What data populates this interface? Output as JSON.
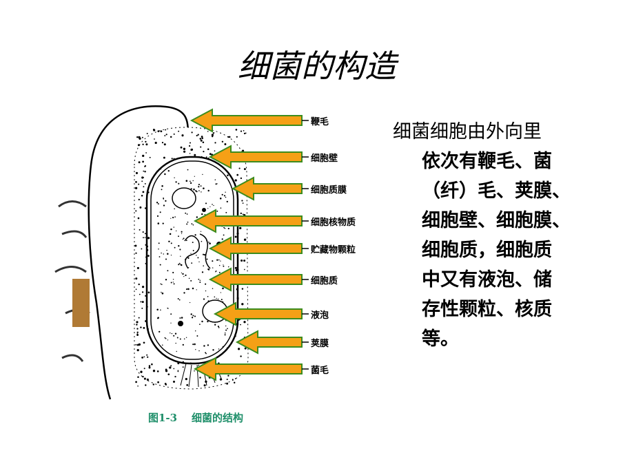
{
  "title": "细菌的构造",
  "caption": "图1-3    细菌的结构",
  "labels": [
    "鞭毛",
    "细胞壁",
    "细胞质膜",
    "细胞核物质",
    "贮藏物颗粒",
    "细胞质",
    "液泡",
    "荚膜",
    "菌毛"
  ],
  "description": {
    "line1": "细菌细胞由外向里",
    "rest": [
      "依次有鞭毛、菌",
      "（纤）毛、荚膜、",
      "细胞壁、细胞膜、",
      "细胞质，细胞质",
      "中又有液泡、储",
      "存性颗粒、核质",
      "等。"
    ]
  },
  "colors": {
    "arrow_fill": "#f5a016",
    "arrow_stroke": "#3c8c1e",
    "caption": "#1f8f6a"
  }
}
